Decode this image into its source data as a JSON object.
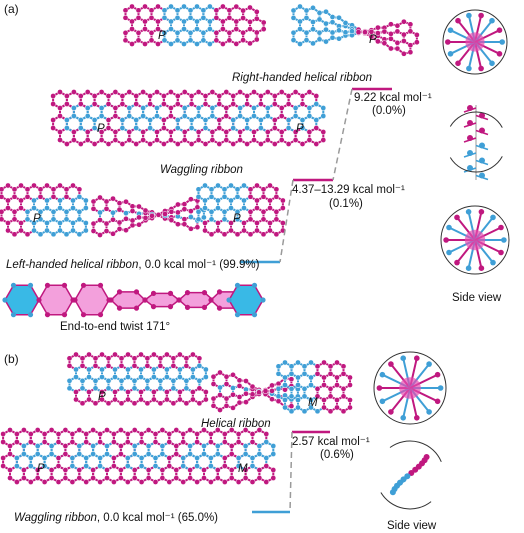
{
  "colors": {
    "magenta": "#c0187f",
    "magenta_light": "#e64fb0",
    "blue": "#3f9fd6",
    "blue_light": "#7cc6ee",
    "gray": "#9a9a9a",
    "fill_pink": "#f3a0dc",
    "fill_cyan": "#39b9e6"
  },
  "panel_a": {
    "tag": "(a)",
    "ribbon1_caption": "Right-handed helical ribbon",
    "ribbon2_caption": "Waggling ribbon",
    "ribbon3_caption_italic": "Left-handed helical ribbon",
    "ribbon3_caption_rest": ", 0.0 kcal mol⁻¹ (99.9%)",
    "twist_caption": "End-to-end twist 171°",
    "energy_high": "9.22 kcal mol⁻¹",
    "energy_high_pct": "(0.0%)",
    "energy_mid": "4.37–13.29 kcal mol⁻¹",
    "energy_mid_pct": "(0.1%)",
    "side_view": "Side view",
    "marker_p": "P"
  },
  "panel_b": {
    "tag": "(b)",
    "ribbon1_caption": "Helical ribbon",
    "ribbon2_caption_italic": "Waggling ribbon",
    "ribbon2_caption_rest": ", 0.0 kcal mol⁻¹ (65.0%)",
    "energy": "2.57 kcal mol⁻¹",
    "energy_pct": "(0.6%)",
    "side_view": "Side view",
    "marker_p": "P",
    "marker_m": "M"
  }
}
